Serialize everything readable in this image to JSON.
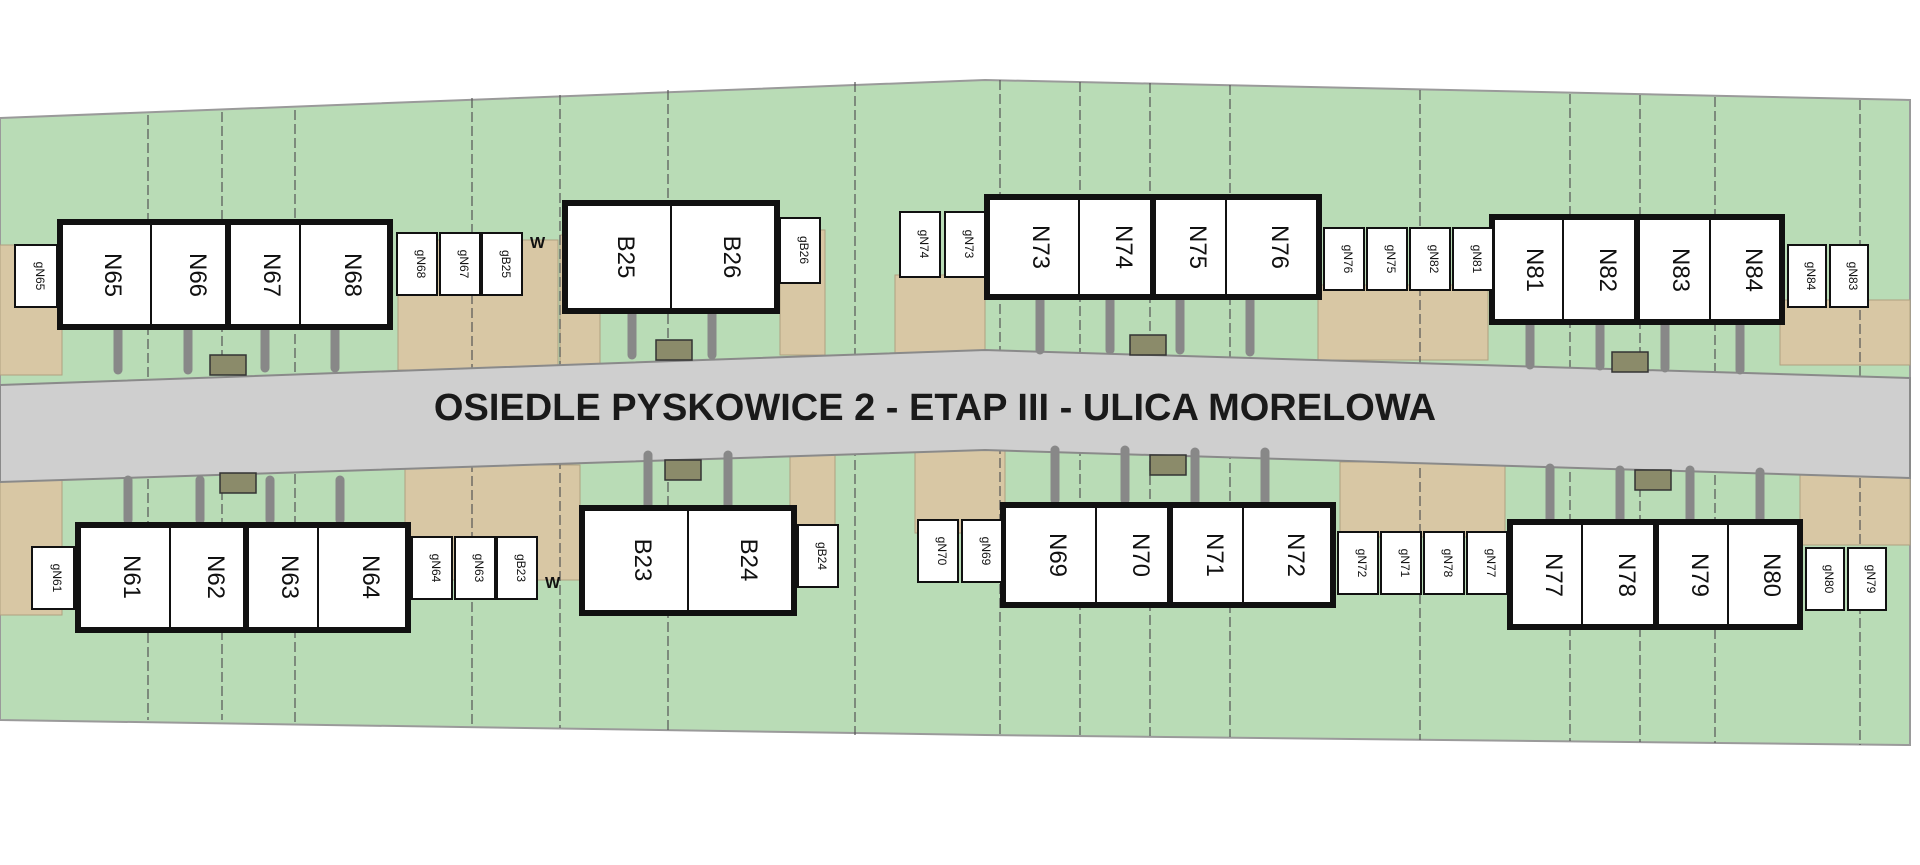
{
  "street": {
    "title": "OSIEDLE PYSKOWICE 2 - ETAP III  - ULICA MORELOWA"
  },
  "colors": {
    "lot": "#b9dcb6",
    "yard": "#d8c7a4",
    "road": "#cfcfcf",
    "house": "#ffffff",
    "outline": "#111111"
  },
  "blocks": {
    "n65_68": {
      "units": [
        "N65",
        "N66",
        "N67",
        "N68"
      ]
    },
    "b25_26": {
      "units": [
        "B25",
        "B26"
      ]
    },
    "n73_76": {
      "units": [
        "N73",
        "N74",
        "N75",
        "N76"
      ]
    },
    "n81_84": {
      "units": [
        "N81",
        "N82",
        "N83",
        "N84"
      ]
    },
    "n61_64": {
      "units": [
        "N61",
        "N62",
        "N63",
        "N64"
      ]
    },
    "b23_24": {
      "units": [
        "B23",
        "B24"
      ]
    },
    "n69_72": {
      "units": [
        "N69",
        "N70",
        "N71",
        "N72"
      ]
    },
    "n77_80": {
      "units": [
        "N77",
        "N78",
        "N79",
        "N80"
      ]
    }
  },
  "garages": {
    "g_top_1": [
      "gN65"
    ],
    "g_top_2": [
      "gN68",
      "gN67",
      "gB25"
    ],
    "g_top_3": [
      "gB26"
    ],
    "g_top_4": [
      "gN74",
      "gN73"
    ],
    "g_top_5": [
      "gN76",
      "gN75",
      "gN82",
      "gN81"
    ],
    "g_top_6": [
      "gN84",
      "gN83"
    ],
    "g_bot_1": [
      "gN61"
    ],
    "g_bot_2": [
      "gN64",
      "gN63",
      "gB23"
    ],
    "g_bot_3": [
      "gB24"
    ],
    "g_bot_4": [
      "gN70",
      "gN69"
    ],
    "g_bot_5": [
      "gN72",
      "gN71",
      "gN78",
      "gN77"
    ],
    "g_bot_6": [
      "gN80",
      "gN79"
    ]
  },
  "markers": {
    "w_top": "W",
    "w_bottom": "W"
  }
}
